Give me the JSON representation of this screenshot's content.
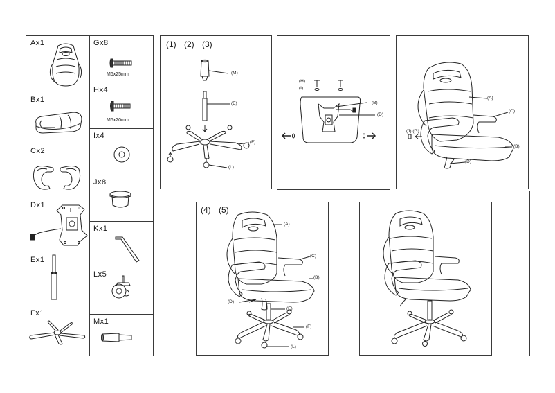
{
  "parts": {
    "A": {
      "label": "Ax1"
    },
    "B": {
      "label": "Bx1"
    },
    "C": {
      "label": "Cx2"
    },
    "D": {
      "label": "Dx1"
    },
    "E": {
      "label": "Ex1"
    },
    "F": {
      "label": "Fx1"
    },
    "G": {
      "label": "Gx8",
      "size": "M6x25mm"
    },
    "H": {
      "label": "Hx4",
      "size": "M6x20mm"
    },
    "I": {
      "label": "Ix4"
    },
    "J": {
      "label": "Jx8"
    },
    "K": {
      "label": "Kx1"
    },
    "L": {
      "label": "Lx5"
    },
    "M": {
      "label": "Mx1"
    }
  },
  "steps": {
    "step1": {
      "label": "(1)   (2)   (3)",
      "callouts": {
        "m": "(M)",
        "e": "(E)",
        "f": "(F)",
        "l": "(L)"
      }
    },
    "step2": {
      "callouts": {
        "h": "(H)",
        "i": "(I)",
        "b": "(B)",
        "d": "(D)"
      }
    },
    "step3": {
      "callouts": {
        "a": "(A)",
        "c": "(C)",
        "jg": "(J) (G)",
        "b": "(B)",
        "d": "(D)"
      }
    },
    "step4": {
      "label": "(4)   (5)",
      "callouts": {
        "a": "(A)",
        "c": "(C)",
        "b": "(B)",
        "d": "(D)",
        "e": "(E)",
        "f": "(F)",
        "l": "(L)"
      }
    }
  }
}
